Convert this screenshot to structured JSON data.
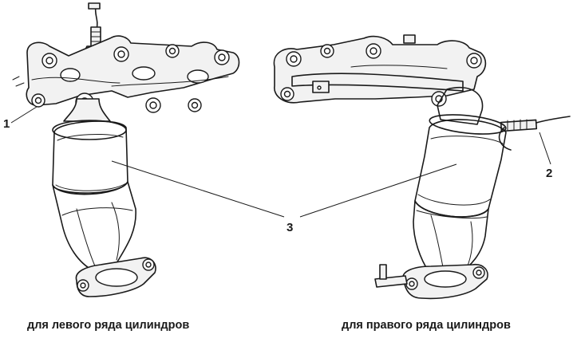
{
  "callouts": {
    "c1": "1",
    "c2": "2",
    "c3": "3"
  },
  "captions": {
    "left": "для левого ряда цилиндров",
    "right": "для правого ряда цилиндров"
  }
}
